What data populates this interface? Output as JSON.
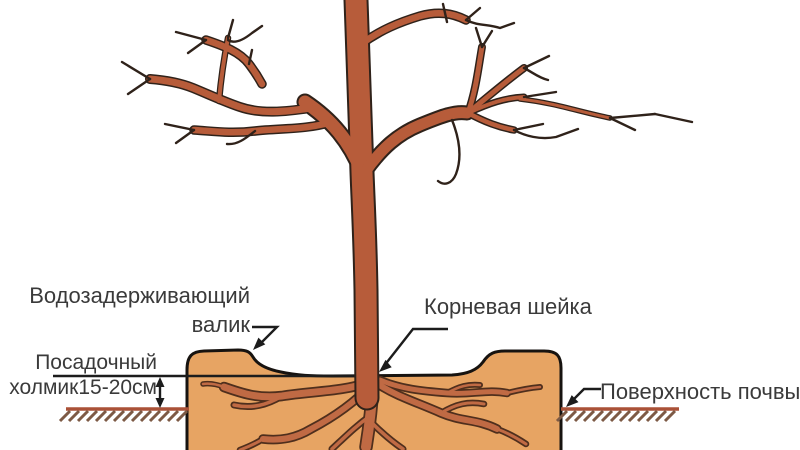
{
  "diagram": {
    "labels": {
      "water_ridge_line1": "Водозадерживающий",
      "water_ridge_line2": "валик",
      "root_collar": "Корневая шейка",
      "planting_mound_line1": "Посадочный",
      "planting_mound_line2": "холмик15-20см",
      "soil_surface": "Поверхность почвы"
    }
  },
  "colors": {
    "background": "#ffffff",
    "branch": "#b75c3a",
    "branch_outline": "#2f221a",
    "soil": "#e7a463",
    "soil_outline": "#171310",
    "root": "#c06a44",
    "root_outline": "#4f2f1d",
    "ground_line": "#aa5137",
    "hatch": "#7d5a45",
    "annotation": "#1c1c1c",
    "text": "#3a3a3a"
  }
}
